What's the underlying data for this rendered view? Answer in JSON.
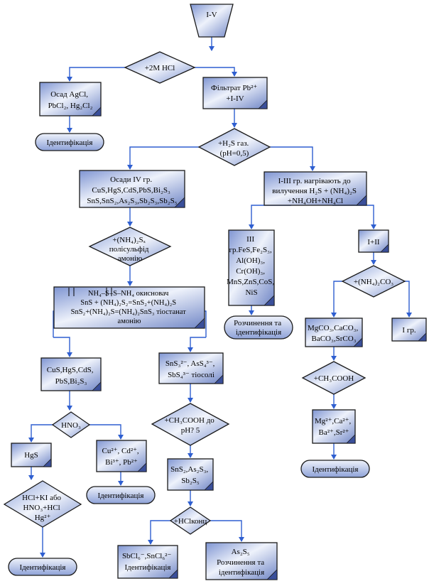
{
  "nodes": {
    "start": "I-V",
    "hcl": "+2M HCl",
    "agcl": [
      "Осад AgCl,",
      "PbCl₂, Hg₂Cl₂"
    ],
    "filtrat": [
      "Фільтрат Pb²⁺",
      "+I-IV"
    ],
    "ident1": "Ідентифікація",
    "h2s": [
      "+H₂S газ.",
      "(pH=0,5)"
    ],
    "osadIV": [
      "Осади IV гр.",
      "CuS,HgS,CdS,PbS,Bi₂S₃",
      "SnS,SnS₂,As₂S₃,Sb₂S₃,Sb₂S₅"
    ],
    "gr13": [
      "I-III гр. нагрівають до",
      "вилучення H₂S + (NH₄)₂S",
      "+NH₄OH+NH₄Cl"
    ],
    "nh4sx": [
      "+(NH₄)₂Sₓ",
      "полісульфід",
      "амонію"
    ],
    "grIII": [
      "III",
      "гр.FeS,Fe₂S₃,",
      "Al(OH)₃,",
      "Cr(OH)₃,",
      "MnS,ZnS,CoS,",
      "NiS"
    ],
    "i2": "I+II",
    "rozch1": [
      "Розчинення та",
      "ідентифікація"
    ],
    "nh42co3": "+(NH₄)₂CO₃",
    "nh4": [
      "NH₄–S–S–NH₄ окисновач",
      "SnS + (NH₄)₂S₂=SnS₂+(NH₄)₂S",
      "SnS₂+(NH₄)₂S=(NH₄)₂SnS₃ тіостанат",
      "амонію"
    ],
    "carb": [
      "MgCO₃,CaCO₃,",
      "BaCO₃,SrCO₃"
    ],
    "igr": "I гр.",
    "cus": [
      "CuS,HgS,CdS,",
      "PbS,Bi₂S₃"
    ],
    "sns3": [
      "SnS₃²⁻, AsS₄³⁻,",
      "SbS₄³⁻ тіосолі"
    ],
    "ch3cooh1": "+CH₃COOH",
    "ions": [
      "Mg²⁺,Ca²⁺,",
      "Ba²⁺,Sr²⁺"
    ],
    "hno3": "HNO₃",
    "ch3cooh2": [
      "+CH₃COOH до",
      "pH? 5"
    ],
    "ident2": "Ідентифікація",
    "hgs": "HgS",
    "cu": [
      "Cu²⁺, Cd²⁺,",
      "Bi³⁺, Pb²⁺"
    ],
    "sns2": [
      "SnS₂,As₂S₃,",
      "Sb₂S₅"
    ],
    "ident3": "Ідентифікація",
    "hclki": [
      "HCl+KI або",
      "HNO₃+HCl",
      "Hg²⁺"
    ],
    "hclkonc": "+HClконц",
    "sbcl": [
      "SbCl₆⁻,SnCl₆²⁻",
      "Ідентифікація"
    ],
    "as2s5": [
      "As₂S₅",
      "Розчинення та",
      "ідентифікація"
    ],
    "ident4": "Ідентифікація"
  },
  "colors": {
    "connector": "#2f5fd0",
    "shape_light": "#eef2fb",
    "shape_dark": "#6f86c8",
    "fold": "#3a4f9a"
  }
}
